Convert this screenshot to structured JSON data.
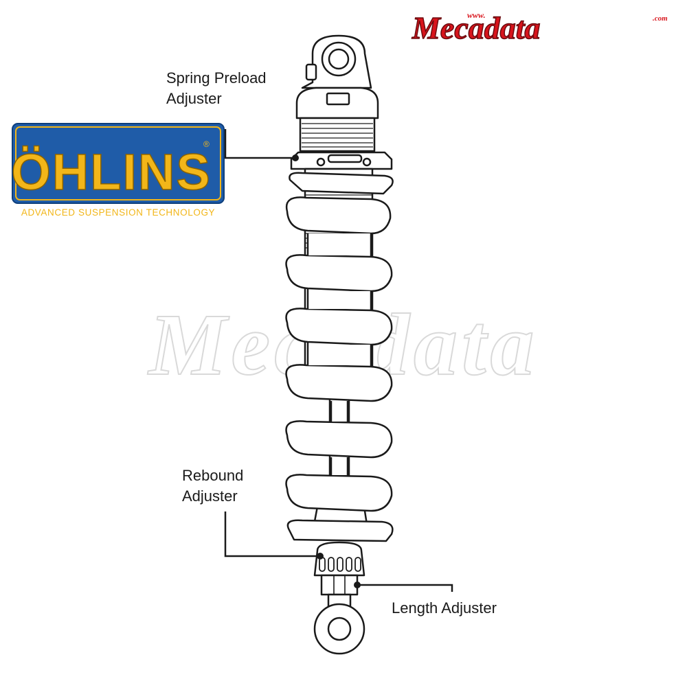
{
  "brand": {
    "site_logo": {
      "prefix": "www.",
      "name": "Mecadata",
      "suffix": ".com",
      "color": "#d8141c"
    },
    "watermark": "Mecadata",
    "ohlins_logo": {
      "name": "ÖHLINS",
      "registered": "®",
      "tagline": "ADVANCED SUSPENSION TECHNOLOGY",
      "blue": "#1f5ca8",
      "gold": "#f2b619"
    }
  },
  "callouts": {
    "spring_preload": {
      "line1": "Spring Preload",
      "line2": "Adjuster"
    },
    "rebound": {
      "line1": "Rebound",
      "line2": "Adjuster"
    },
    "length": {
      "line1": "Length Adjuster"
    }
  }
}
